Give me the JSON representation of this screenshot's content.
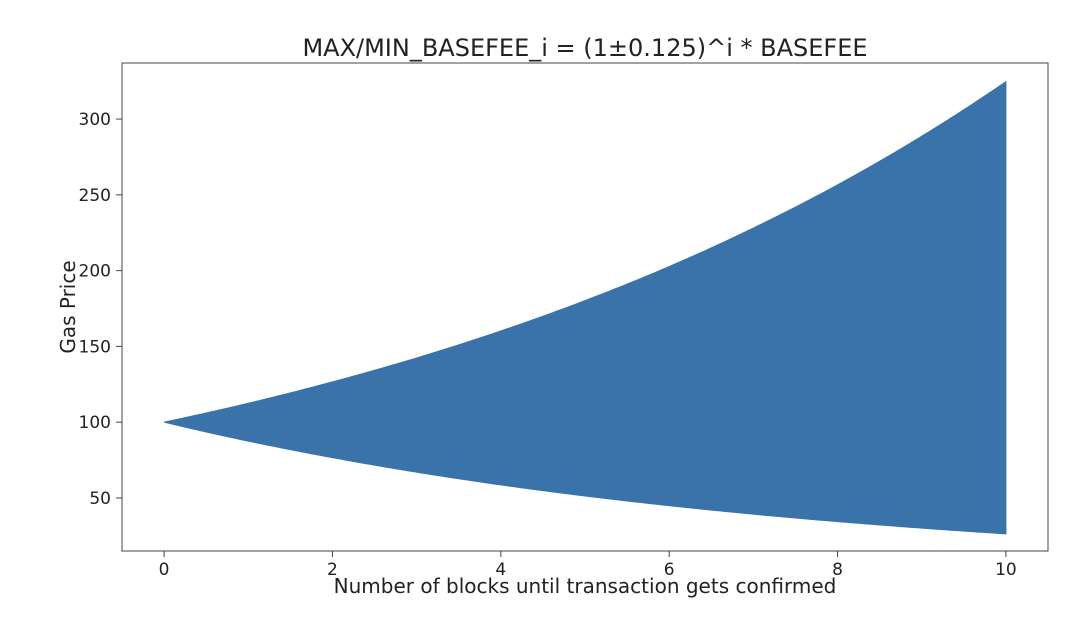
{
  "chart_data": {
    "type": "area",
    "title": "MAX/MIN_BASEFEE_i = (1±0.125)^i * BASEFEE",
    "xlabel": "Number of blocks until transaction gets confirmed",
    "ylabel": "Gas Price",
    "xlim": [
      -0.5,
      10.5
    ],
    "ylim": [
      15,
      337
    ],
    "xticks": [
      0,
      2,
      4,
      6,
      8,
      10
    ],
    "yticks": [
      50,
      100,
      150,
      200,
      250,
      300
    ],
    "grid": false,
    "fill_color": "#3a73a9",
    "x": [
      0,
      1,
      2,
      3,
      4,
      5,
      6,
      7,
      8,
      9,
      10
    ],
    "upper": [
      100,
      112.5,
      126.6,
      142.4,
      160.2,
      180.2,
      202.7,
      228.1,
      256.6,
      288.7,
      324.7
    ],
    "lower": [
      100,
      87.5,
      76.6,
      67.0,
      58.6,
      51.3,
      44.9,
      39.3,
      34.4,
      30.1,
      26.3
    ]
  }
}
